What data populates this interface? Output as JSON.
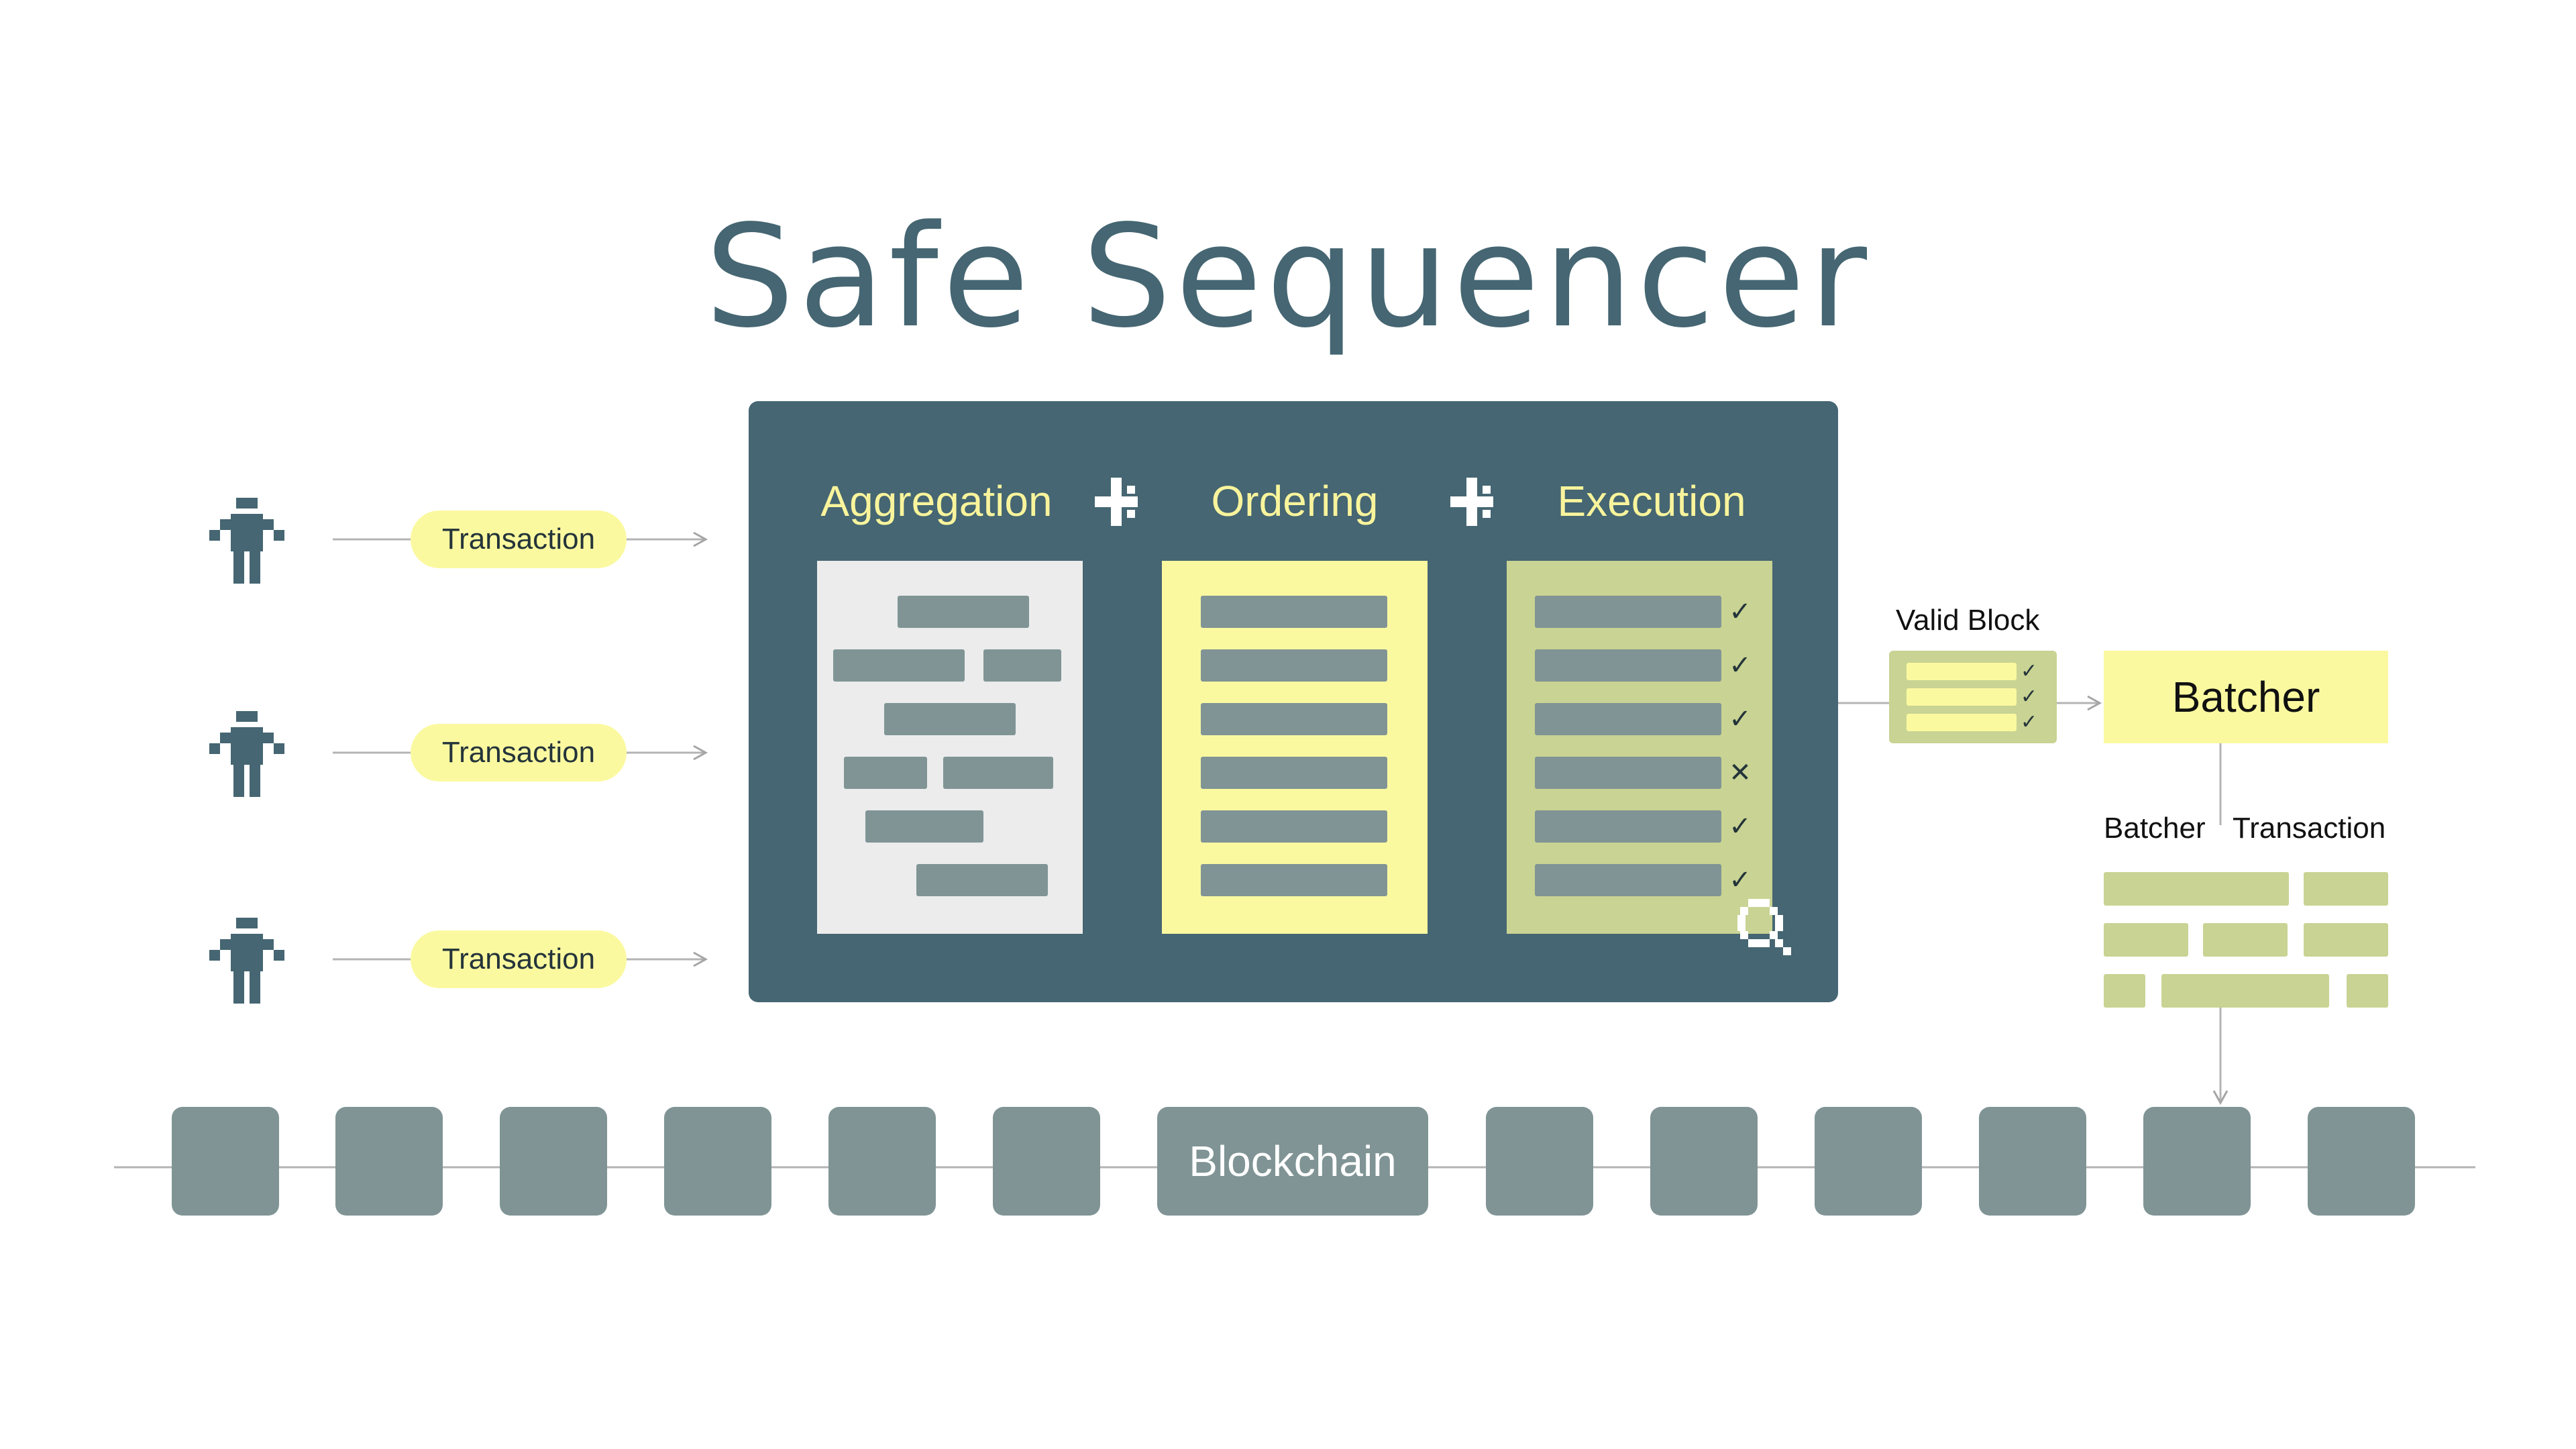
{
  "title": "Safe Sequencer",
  "transactions": [
    {
      "label": "Transaction"
    },
    {
      "label": "Transaction"
    },
    {
      "label": "Transaction"
    }
  ],
  "sequencer": {
    "stages": [
      {
        "label": "Aggregation"
      },
      {
        "label": "Ordering"
      },
      {
        "label": "Execution"
      }
    ],
    "execution_results": [
      "valid",
      "valid",
      "valid",
      "invalid",
      "valid",
      "valid"
    ],
    "icons": [
      "plus-arrow-icon",
      "plus-arrow-icon",
      "magnifier-icon",
      "checkmark-icon",
      "cross-icon",
      "user-icon"
    ]
  },
  "valid_block": {
    "label": "Valid Block"
  },
  "batcher": {
    "label": "Batcher",
    "transaction_label_left": "Batcher",
    "transaction_label_right": "Transaction"
  },
  "blockchain": {
    "label": "Blockchain"
  },
  "colors": {
    "title": "#456672",
    "sequencer_bg": "#456672",
    "stage_label": "#f9f49c",
    "pill": "#fbf9a0",
    "execution_card": "#c9d393",
    "aggregation_card": "#ececec",
    "bar": "#809495",
    "chain_block": "#809495"
  }
}
